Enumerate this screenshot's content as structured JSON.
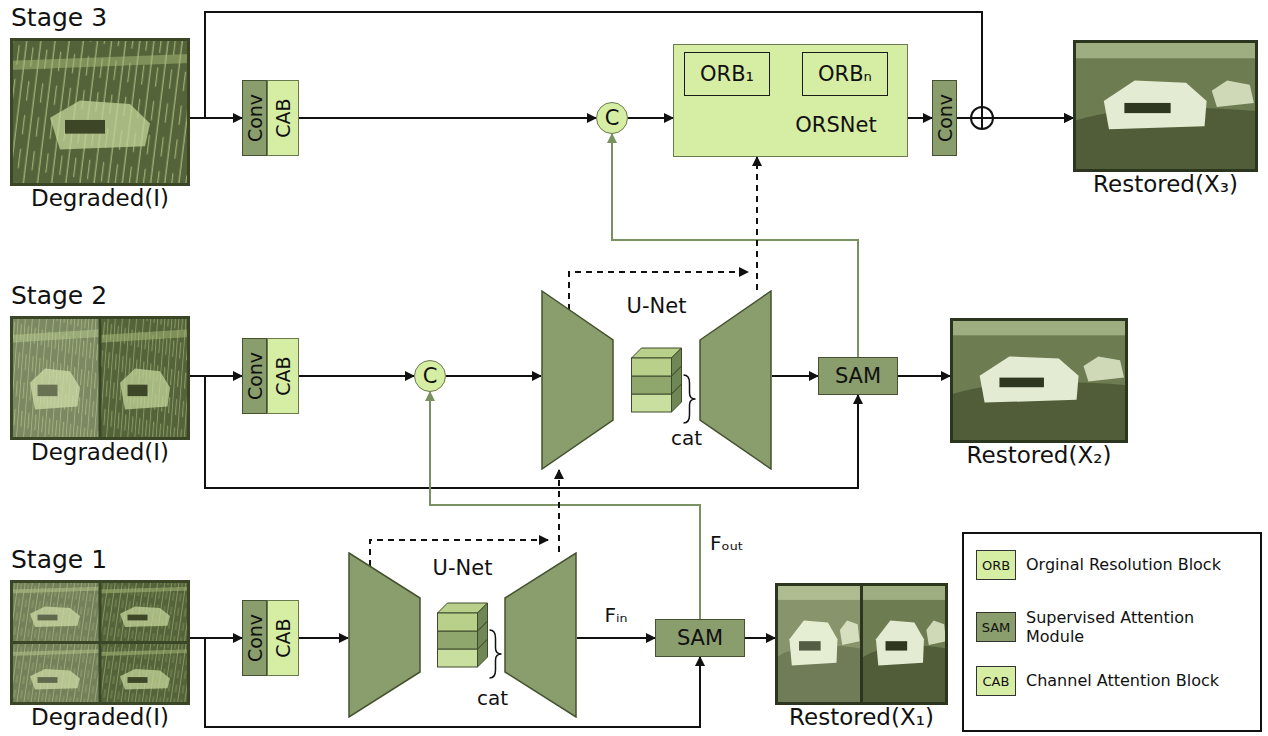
{
  "diagram": {
    "nodes": [
      {
        "text": [
          "Stage 3",
          "Degraded(I)"
        ]
      },
      {
        "text": [
          "Conv"
        ]
      },
      {
        "text": [
          "CAB"
        ]
      },
      {
        "text": [
          "C"
        ]
      },
      {
        "text": [
          "ORSNet"
        ]
      },
      {
        "text": [
          "ORB₁"
        ],
        "in": 4
      },
      {
        "text": [
          "ORBₙ"
        ],
        "in": 4
      },
      {
        "text": [
          "Conv"
        ]
      },
      {
        "text": [
          "Restored(X₃)"
        ]
      },
      {
        "text": [
          "Stage 2",
          "Degraded(I)"
        ]
      },
      {
        "text": [
          "Conv"
        ]
      },
      {
        "text": [
          "CAB"
        ]
      },
      {
        "text": [
          "C"
        ]
      },
      {
        "text": [
          "U-Net",
          "cat"
        ]
      },
      {
        "text": [
          "SAM"
        ]
      },
      {
        "text": [
          "Restored(X₂)"
        ]
      },
      {
        "text": [
          "Stage 1",
          "Degraded(I)"
        ]
      },
      {
        "text": [
          "Conv"
        ]
      },
      {
        "text": [
          "CAB"
        ]
      },
      {
        "text": [
          "U-Net",
          "cat"
        ]
      },
      {
        "text": [
          "SAM"
        ]
      },
      {
        "text": [
          "Restored(X₁)"
        ]
      }
    ],
    "edges": [
      {
        "from": 0,
        "to": 1,
        "arrow": "to"
      },
      {
        "from": 2,
        "to": 3,
        "arrow": "to"
      },
      {
        "from": 3,
        "to": 4,
        "arrow": "to"
      },
      {
        "from": 5,
        "to": 6,
        "arrow": "to"
      },
      {
        "from": 4,
        "to": 7,
        "arrow": "to"
      },
      {
        "from": 7,
        "to": 8,
        "arrow": "to"
      },
      {
        "from": 0,
        "to": 8,
        "arrow": "to"
      },
      {
        "from": 9,
        "to": 10,
        "arrow": "to"
      },
      {
        "from": 11,
        "to": 12,
        "arrow": "to"
      },
      {
        "from": 12,
        "to": 13,
        "arrow": "to"
      },
      {
        "from": 13,
        "to": 14,
        "arrow": "to"
      },
      {
        "from": 14,
        "to": 15,
        "arrow": "to"
      },
      {
        "from": 9,
        "to": 14,
        "arrow": "to"
      },
      {
        "from": 14,
        "to": 3,
        "arrow": "to"
      },
      {
        "from": 13,
        "to": 4,
        "arrow": "to"
      },
      {
        "from": 16,
        "to": 17,
        "arrow": "to"
      },
      {
        "from": 18,
        "to": 19,
        "arrow": "to"
      },
      {
        "from": 19,
        "to": 20,
        "label": "Fᵢₙ",
        "arrow": "to"
      },
      {
        "from": 16,
        "to": 20,
        "arrow": "to"
      },
      {
        "from": 20,
        "to": 21,
        "arrow": "to"
      },
      {
        "from": 20,
        "to": 12,
        "label": "Fₒᵤₜ",
        "arrow": "to"
      },
      {
        "from": 19,
        "to": 13,
        "arrow": "to"
      }
    ],
    "labels": [
      "ORB",
      "SAM",
      "CAB"
    ],
    "legend": [
      {
        "text": "Orginal Resolution Block",
        "color": "#d6eda4"
      },
      {
        "text": "Supervised Attention Module",
        "color": "#8a9d6c"
      },
      {
        "text": "Channel Attention Block",
        "color": "#d6eda4"
      }
    ]
  }
}
